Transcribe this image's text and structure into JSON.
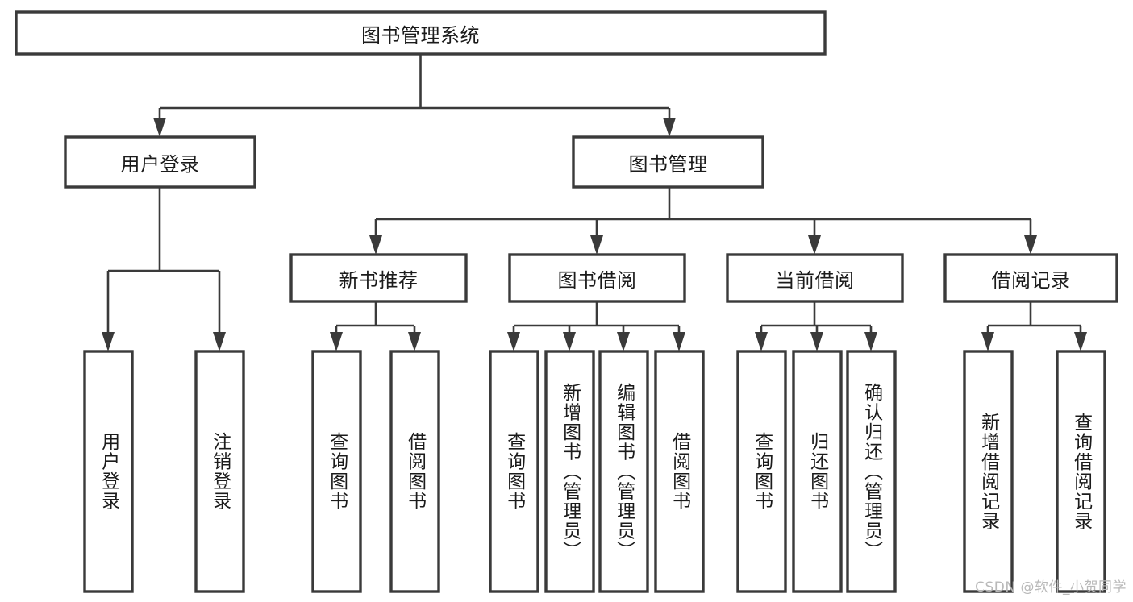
{
  "diagram": {
    "title": "图书管理系统",
    "type": "hierarchy-tree",
    "watermark": "CSDN @软件_小贺同学",
    "colors": {
      "stroke": "#3a3a3a",
      "fill": "#ffffff",
      "text": "#1b1b1b",
      "watermark": "#b9b9b9"
    },
    "levels": [
      {
        "level": 1,
        "nodes": [
          {
            "id": "root",
            "label": "图书管理系统",
            "orientation": "horizontal"
          }
        ]
      },
      {
        "level": 2,
        "nodes": [
          {
            "id": "login",
            "label": "用户登录",
            "orientation": "horizontal",
            "parent": "root"
          },
          {
            "id": "bookmgmt",
            "label": "图书管理",
            "orientation": "horizontal",
            "parent": "root"
          }
        ]
      },
      {
        "level": 3,
        "nodes": [
          {
            "id": "newbook",
            "label": "新书推荐",
            "orientation": "horizontal",
            "parent": "bookmgmt"
          },
          {
            "id": "borrow",
            "label": "图书借阅",
            "orientation": "horizontal",
            "parent": "bookmgmt"
          },
          {
            "id": "current",
            "label": "当前借阅",
            "orientation": "horizontal",
            "parent": "bookmgmt"
          },
          {
            "id": "records",
            "label": "借阅记录",
            "orientation": "horizontal",
            "parent": "bookmgmt"
          }
        ]
      },
      {
        "level": 4,
        "nodes": [
          {
            "id": "leaf-1",
            "label": "用户登录",
            "orientation": "vertical",
            "parent": "login"
          },
          {
            "id": "leaf-2",
            "label": "注销登录",
            "orientation": "vertical",
            "parent": "login"
          },
          {
            "id": "leaf-3",
            "label": "查询图书",
            "orientation": "vertical",
            "parent": "newbook"
          },
          {
            "id": "leaf-4",
            "label": "借阅图书",
            "orientation": "vertical",
            "parent": "newbook"
          },
          {
            "id": "leaf-5",
            "label": "查询图书",
            "orientation": "vertical",
            "parent": "borrow"
          },
          {
            "id": "leaf-6",
            "label": "新增图书（管理员）",
            "orientation": "vertical",
            "parent": "borrow"
          },
          {
            "id": "leaf-7",
            "label": "编辑图书（管理员）",
            "orientation": "vertical",
            "parent": "borrow"
          },
          {
            "id": "leaf-8",
            "label": "借阅图书",
            "orientation": "vertical",
            "parent": "borrow"
          },
          {
            "id": "leaf-9",
            "label": "查询图书",
            "orientation": "vertical",
            "parent": "current"
          },
          {
            "id": "leaf-10",
            "label": "归还图书",
            "orientation": "vertical",
            "parent": "current"
          },
          {
            "id": "leaf-11",
            "label": "确认归还（管理员）",
            "orientation": "vertical",
            "parent": "current"
          },
          {
            "id": "leaf-12",
            "label": "新增借阅记录",
            "orientation": "vertical",
            "parent": "records"
          },
          {
            "id": "leaf-13",
            "label": "查询借阅记录",
            "orientation": "vertical",
            "parent": "records"
          }
        ]
      }
    ]
  }
}
